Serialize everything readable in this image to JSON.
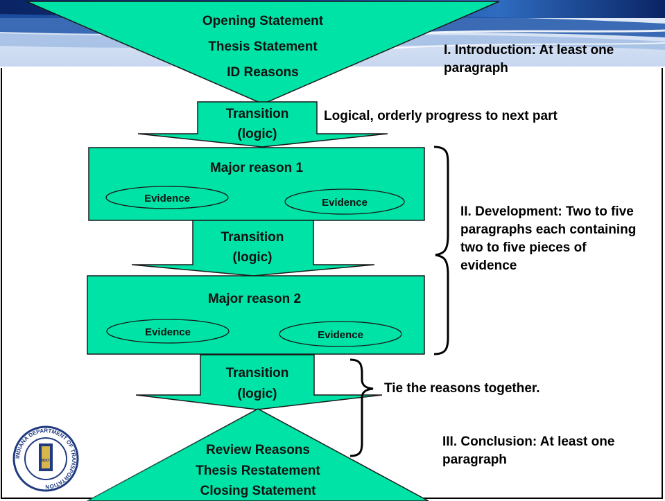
{
  "introduction": {
    "shape_lines": [
      "Opening Statement",
      "Thesis Statement",
      "ID Reasons"
    ],
    "side_label": "I. Introduction: At least one paragraph"
  },
  "transition_1": {
    "lines": [
      "Transition",
      "(logic)"
    ],
    "note": "Logical, orderly progress to next part"
  },
  "reason_1": {
    "title": "Major reason 1",
    "evidence_left": "Evidence",
    "evidence_right": "Evidence"
  },
  "transition_2": {
    "lines": [
      "Transition",
      "(logic)"
    ]
  },
  "reason_2": {
    "title": "Major reason 2",
    "evidence_left": "Evidence",
    "evidence_right": "Evidence"
  },
  "development": {
    "side_label": "II. Development: Two to five paragraphs each containing two to five pieces of evidence"
  },
  "transition_3": {
    "lines": [
      "Transition",
      "(logic)"
    ],
    "note": "Tie the reasons together."
  },
  "conclusion": {
    "shape_lines": [
      "Review Reasons",
      "Thesis Restatement",
      "Closing Statement"
    ],
    "side_label": "III. Conclusion: At least one paragraph"
  },
  "logo": {
    "name": "indiana-dot-seal-icon",
    "ring_text": "INDIANA DEPARTMENT OF TRANSPORTATION",
    "center_text": "INDOT"
  },
  "colors": {
    "shape_fill": "#00e3a6",
    "outline": "#1a1a1a",
    "header_dark": "#0b2a66",
    "header_light": "#d7e4f6"
  }
}
